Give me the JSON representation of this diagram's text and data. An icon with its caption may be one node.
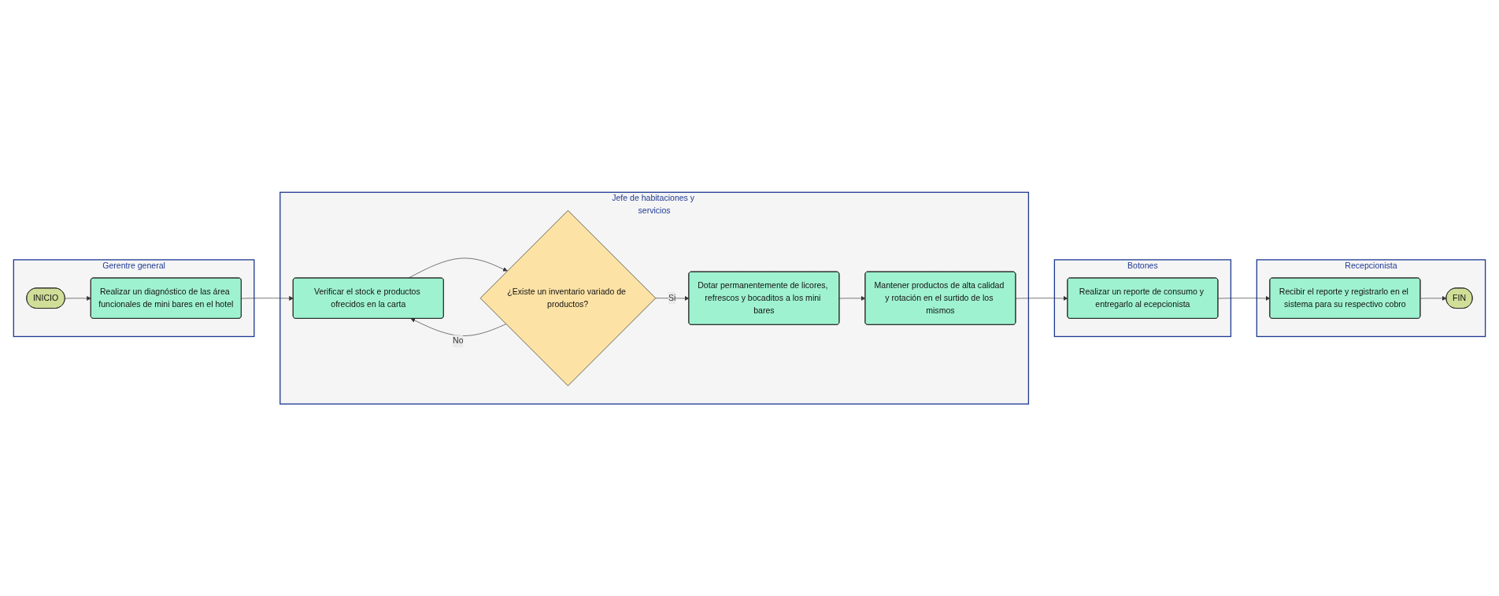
{
  "diagram": {
    "nodes": [
      {
        "text": [
          "Gerentre general"
        ]
      },
      {
        "text": [
          "INICIO"
        ],
        "in": 0
      },
      {
        "text": [
          "Realizar un diagnóstico de las área funcionales de mini bares en el hotel"
        ],
        "in": 0
      },
      {
        "text": [
          "Jefe de habitaciones y servicios"
        ]
      },
      {
        "text": [
          "Verificar el stock e productos ofrecidos en la carta"
        ],
        "in": 3
      },
      {
        "text": [
          "¿Existe un inventario variado de productos?"
        ],
        "in": 3
      },
      {
        "text": [
          "Dotar permanentemente de licores, refrescos y bocaditos a los mini bares"
        ],
        "in": 3
      },
      {
        "text": [
          "Mantener productos de alta calidad y rotación en el surtido de los mismos"
        ],
        "in": 3
      },
      {
        "text": [
          "Botones"
        ]
      },
      {
        "text": [
          "Realizar un reporte de consumo y entregarlo al ecepcionista"
        ],
        "in": 8
      },
      {
        "text": [
          "Recepcionista"
        ]
      },
      {
        "text": [
          "Recibir el reporte y registrarlo en el sistema para su respectivo cobro"
        ],
        "in": 10
      },
      {
        "text": [
          "FIN"
        ],
        "in": 10
      }
    ],
    "edges": [
      {
        "from": 1,
        "to": 2,
        "arrow": "to"
      },
      {
        "from": 2,
        "to": 4,
        "arrow": "to"
      },
      {
        "from": 4,
        "to": 5,
        "arrow": "to"
      },
      {
        "from": 5,
        "to": 4,
        "label": "No",
        "arrow": "to"
      },
      {
        "from": 5,
        "to": 6,
        "label": "Si",
        "arrow": "to"
      },
      {
        "from": 6,
        "to": 7,
        "arrow": "to"
      },
      {
        "from": 7,
        "to": 9,
        "arrow": "to"
      },
      {
        "from": 9,
        "to": 11,
        "arrow": "to"
      },
      {
        "from": 11,
        "to": 12,
        "arrow": "to"
      }
    ]
  }
}
